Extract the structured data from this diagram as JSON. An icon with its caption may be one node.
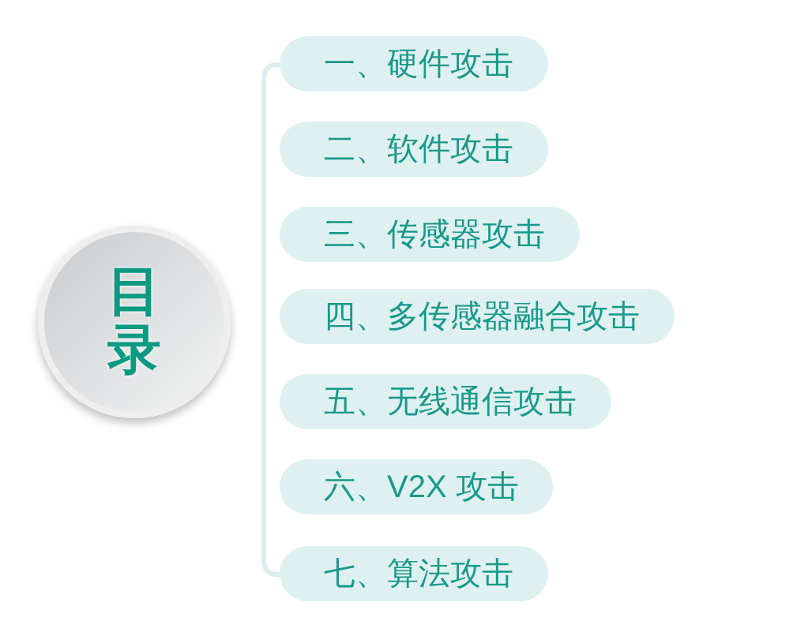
{
  "diagram": {
    "nodes": [
      {
        "text": [
          "目录"
        ]
      },
      {
        "text": [
          "一、硬件攻击"
        ]
      },
      {
        "text": [
          "二、软件攻击"
        ]
      },
      {
        "text": [
          "三、传感器攻击"
        ]
      },
      {
        "text": [
          "四、多传感器融合攻击"
        ]
      },
      {
        "text": [
          "五、无线通信攻击"
        ]
      },
      {
        "text": [
          "六、V2X 攻击"
        ]
      },
      {
        "text": [
          "七、算法攻击"
        ]
      }
    ]
  }
}
